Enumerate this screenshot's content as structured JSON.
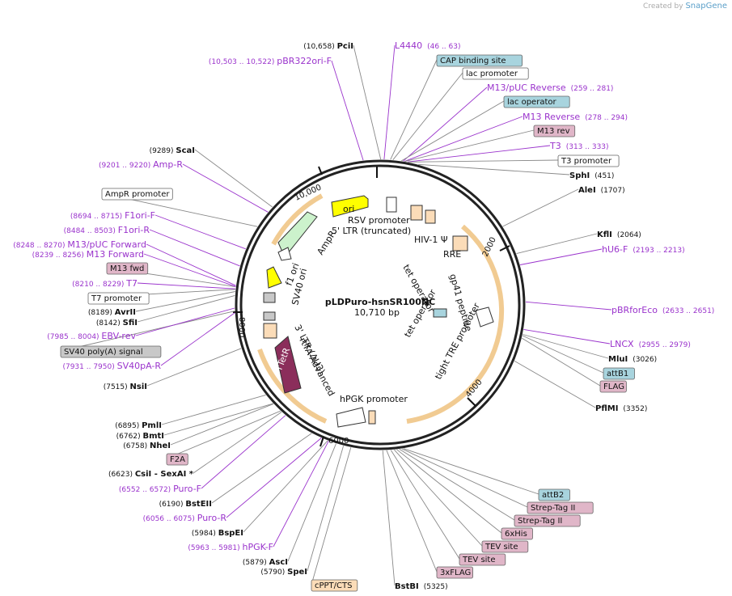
{
  "branding": {
    "created_by": "Created by",
    "app": "SnapGene"
  },
  "plasmid": {
    "name": "pLDPuro-hsnSR100NC",
    "size": "10,710 bp",
    "length": 10710
  },
  "ticks": [
    "2000",
    "4000",
    "6000",
    "8000",
    "10,000"
  ],
  "colors": {
    "purple": "#9a33cc",
    "black": "#111111",
    "backbone": "#222222",
    "feature_blue": "#a8d4de",
    "feature_pink": "#e0b6c8",
    "feature_white": "#ffffff",
    "feature_gray": "#c8c8c8",
    "feature_peach": "#fbdcb8",
    "ampr_green": "#ccf2cc",
    "ori_yellow": "#ffff00",
    "rtetr_maroon": "#8b2e5b",
    "orange_arc": "#e8a84a"
  },
  "labels": [
    {
      "text": "(10,658)",
      "bold": "PciI",
      "kind": "site",
      "pos": 7
    },
    {
      "text": "L4440",
      "extra": "(46 .. 63)",
      "kind": "primer",
      "pos": 46
    },
    {
      "text": "(10,503 .. 10,522)",
      "bold": "pBR322ori-F",
      "kind": "primer-left",
      "pos": 10512
    },
    {
      "text": "CAP binding site",
      "kind": "box",
      "fill": "feature_blue",
      "pos": 120
    },
    {
      "text": "lac promoter",
      "kind": "box",
      "fill": "feature_white",
      "pos": 150
    },
    {
      "text": "M13/pUC Reverse",
      "extra": "(259 .. 281)",
      "kind": "primer",
      "pos": 270
    },
    {
      "text": "lac operator",
      "kind": "box",
      "fill": "feature_blue",
      "pos": 250
    },
    {
      "text": "M13 Reverse",
      "extra": "(278 .. 294)",
      "kind": "primer",
      "pos": 286
    },
    {
      "text": "M13 rev",
      "kind": "box",
      "fill": "feature_pink",
      "pos": 290
    },
    {
      "text": "T3",
      "extra": "(313 .. 333)",
      "kind": "primer",
      "pos": 323
    },
    {
      "text": "T3 promoter",
      "kind": "box",
      "fill": "feature_white",
      "pos": 330
    },
    {
      "text": "SphI",
      "extra": "(451)",
      "kind": "site",
      "pos": 451
    },
    {
      "text": "AleI",
      "extra": "(1707)",
      "kind": "site",
      "pos": 1707
    },
    {
      "text": "KflI",
      "extra": "(2064)",
      "kind": "site",
      "pos": 2064
    },
    {
      "text": "hU6-F",
      "extra": "(2193 .. 2213)",
      "kind": "primer",
      "pos": 2203
    },
    {
      "text": "pBRforEco",
      "extra": "(2633 .. 2651)",
      "kind": "primer",
      "pos": 2642
    },
    {
      "text": "LNCX",
      "extra": "(2955 .. 2979)",
      "kind": "primer",
      "pos": 2967
    },
    {
      "text": "MluI",
      "extra": "(3026)",
      "kind": "site",
      "pos": 3026
    },
    {
      "text": "attB1",
      "kind": "box",
      "fill": "feature_blue",
      "pos": 3040
    },
    {
      "text": "FLAG",
      "kind": "box",
      "fill": "feature_pink",
      "pos": 3070
    },
    {
      "text": "PflMI",
      "extra": "(3352)",
      "kind": "site",
      "pos": 3352
    },
    {
      "text": "attB2",
      "kind": "box",
      "fill": "feature_blue",
      "pos": 5080
    },
    {
      "text": "Strep-Tag II",
      "kind": "box",
      "fill": "feature_pink",
      "pos": 5100
    },
    {
      "text": "Strep-Tag II",
      "kind": "box",
      "fill": "feature_pink",
      "pos": 5130
    },
    {
      "text": "6xHis",
      "kind": "box",
      "fill": "feature_pink",
      "pos": 5160
    },
    {
      "text": "TEV site",
      "kind": "box",
      "fill": "feature_pink",
      "pos": 5190
    },
    {
      "text": "TEV site",
      "kind": "box",
      "fill": "feature_pink",
      "pos": 5230
    },
    {
      "text": "3xFLAG",
      "kind": "box",
      "fill": "feature_pink",
      "pos": 5280
    },
    {
      "text": "BstBI",
      "extra": "(5325)",
      "kind": "site",
      "pos": 5325
    },
    {
      "text": "cPPT/CTS",
      "kind": "box",
      "fill": "feature_peach",
      "pos": 5700
    },
    {
      "text": "(5790)",
      "bold": "SpeI",
      "kind": "site-left",
      "pos": 5790
    },
    {
      "text": "(5879)",
      "bold": "AscI",
      "kind": "site-left",
      "pos": 5879
    },
    {
      "text": "(5963 .. 5981)",
      "bold": "hPGK-F",
      "kind": "primer-left",
      "pos": 5972
    },
    {
      "text": "(5984)",
      "bold": "BspEI",
      "kind": "site-left",
      "pos": 5984
    },
    {
      "text": "(6056 .. 6075)",
      "bold": "Puro-R",
      "kind": "primer-left",
      "pos": 6065
    },
    {
      "text": "(6190)",
      "bold": "BstEII",
      "kind": "site-left",
      "pos": 6190
    },
    {
      "text": "(6552 .. 6572)",
      "bold": "Puro-F",
      "kind": "primer-left",
      "pos": 6562
    },
    {
      "text": "(6623)",
      "bold": "CsiI",
      "tail": " - SexAI *",
      "kind": "site-left",
      "pos": 6623
    },
    {
      "text": "F2A",
      "kind": "box-left",
      "fill": "feature_pink",
      "pos": 6640
    },
    {
      "text": "(6758)",
      "bold": "NheI",
      "kind": "site-left",
      "pos": 6758
    },
    {
      "text": "(6762)",
      "bold": "BmtI",
      "kind": "site-left",
      "pos": 6762
    },
    {
      "text": "(6895)",
      "bold": "PmlI",
      "kind": "site-left",
      "pos": 6895
    },
    {
      "text": "(7515)",
      "bold": "NsiI",
      "kind": "site-left",
      "pos": 7515
    },
    {
      "text": "(7931 .. 7950)",
      "bold": "SV40pA-R",
      "kind": "primer-left",
      "pos": 7940
    },
    {
      "text": "SV40 poly(A) signal",
      "kind": "box-left",
      "fill": "feature_gray",
      "pos": 7960
    },
    {
      "text": "(7985 .. 8004)",
      "bold": "EBV-rev",
      "kind": "primer-left",
      "pos": 7995
    },
    {
      "text": "(8142)",
      "bold": "SfiI",
      "kind": "site-left",
      "pos": 8142
    },
    {
      "text": "(8189)",
      "bold": "AvrII",
      "kind": "site-left",
      "pos": 8189
    },
    {
      "text": "T7 promoter",
      "kind": "box-left",
      "fill": "feature_white",
      "pos": 8215
    },
    {
      "text": "(8210 .. 8229)",
      "bold": "T7",
      "kind": "primer-left",
      "pos": 8220
    },
    {
      "text": "M13 fwd",
      "kind": "box-left",
      "fill": "feature_pink",
      "pos": 8245
    },
    {
      "text": "(8239 .. 8256)",
      "bold": "M13 Forward",
      "kind": "primer-left",
      "pos": 8247
    },
    {
      "text": "(8248 .. 8270)",
      "bold": "M13/pUC Forward",
      "kind": "primer-left",
      "pos": 8259
    },
    {
      "text": "(8484 .. 8503)",
      "bold": "F1ori-R",
      "kind": "primer-left",
      "pos": 8494
    },
    {
      "text": "(8694 .. 8715)",
      "bold": "F1ori-F",
      "kind": "primer-left",
      "pos": 8705
    },
    {
      "text": "AmpR promoter",
      "kind": "box-left",
      "fill": "feature_white",
      "pos": 9000
    },
    {
      "text": "(9201 .. 9220)",
      "bold": "Amp-R",
      "kind": "primer-left",
      "pos": 9210
    },
    {
      "text": "(9289)",
      "bold": "ScaI",
      "kind": "site-left",
      "pos": 9289
    }
  ],
  "inner_labels": [
    "ori",
    "RSV promoter",
    "5' LTR (truncated)",
    "HIV-1 Ψ",
    "RRE",
    "gp41 peptide",
    "tet operator",
    "tet operator",
    "tight TRE promoter",
    "hPGK promoter",
    "rtTA-Advanced",
    "3' LTR (ΔU3)",
    "rTetR",
    "SV40 ori",
    "f1 ori",
    "AmpR"
  ]
}
